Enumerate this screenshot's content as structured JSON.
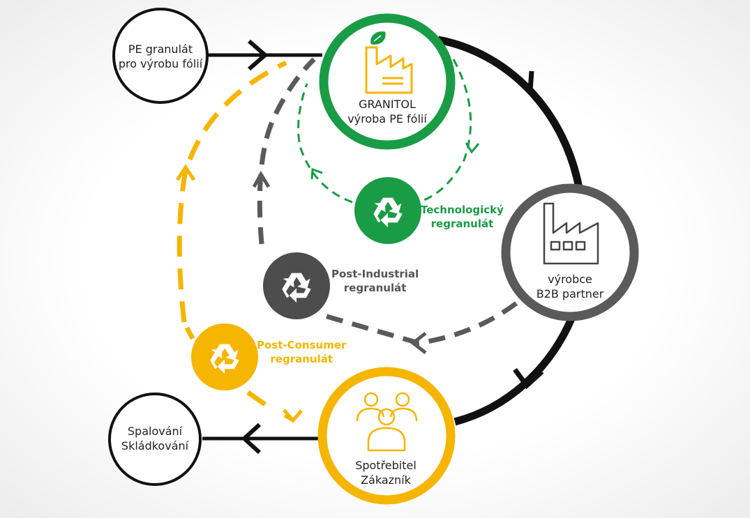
{
  "nodes": {
    "source": {
      "line1": "PE granulát",
      "line2": "pro výrobu fólií"
    },
    "granitol": {
      "line1": "GRANITOL",
      "line2": "výroba PE fólií"
    },
    "b2b": {
      "line1": "výrobce",
      "line2": "B2B partner"
    },
    "consumer": {
      "line1": "Spotřebitel",
      "line2": "Zákazník"
    },
    "disposal": {
      "line1": "Spalování",
      "line2": "Skládkování"
    }
  },
  "loops": {
    "technological": {
      "line1": "Technologický",
      "line2": "regranulát"
    },
    "post_industrial": {
      "line1": "Post-Industrial",
      "line2": "regranulát"
    },
    "post_consumer": {
      "line1": "Post-Consumer",
      "line2": "regranulát"
    }
  },
  "colors": {
    "green": "#1a9b45",
    "grey": "#5a5a5a",
    "yellow": "#f5b500",
    "black": "#111111"
  },
  "icons": [
    "factory-leaf-icon",
    "factory-icon",
    "people-icon",
    "recycle-icon"
  ]
}
